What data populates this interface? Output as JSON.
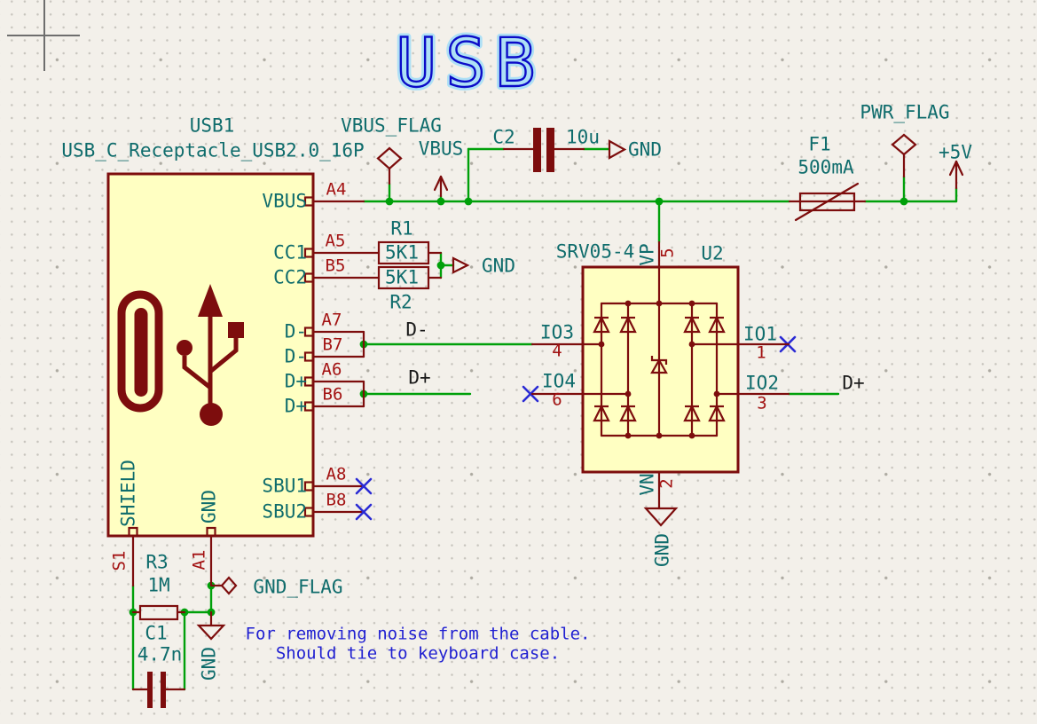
{
  "title": "USB",
  "components": {
    "usb1": {
      "reference": "USB1",
      "value": "USB_C_Receptacle_USB2.0_16P",
      "pins": {
        "vbus": {
          "name": "VBUS",
          "number": "A4"
        },
        "cc1": {
          "name": "CC1",
          "number": "A5"
        },
        "cc2": {
          "name": "CC2",
          "number": "B5"
        },
        "dm_a": {
          "name": "D-",
          "number": "A7"
        },
        "dm_b": {
          "name": "D-",
          "number": "B7"
        },
        "dp_a": {
          "name": "D+",
          "number": "A6"
        },
        "dp_b": {
          "name": "D+",
          "number": "B6"
        },
        "sbu1": {
          "name": "SBU1",
          "number": "A8"
        },
        "sbu2": {
          "name": "SBU2",
          "number": "B8"
        },
        "shield": {
          "name": "SHIELD",
          "number": "S1"
        },
        "gnd": {
          "name": "GND",
          "number": "A1"
        }
      }
    },
    "u2": {
      "reference": "U2",
      "value": "SRV05-4",
      "pins": {
        "vp": {
          "name": "VP",
          "number": "5"
        },
        "io1": {
          "name": "IO1",
          "number": "1"
        },
        "io2": {
          "name": "IO2",
          "number": "3"
        },
        "io3": {
          "name": "IO3",
          "number": "4"
        },
        "io4": {
          "name": "IO4",
          "number": "6"
        },
        "vn": {
          "name": "VN",
          "number": "2"
        }
      }
    },
    "r1": {
      "reference": "R1",
      "value": "5K1"
    },
    "r2": {
      "reference": "R2",
      "value": "5K1"
    },
    "r3": {
      "reference": "R3",
      "value": "1M"
    },
    "c1": {
      "reference": "C1",
      "value": "4.7n"
    },
    "c2": {
      "reference": "C2",
      "value": "10u"
    },
    "f1": {
      "reference": "F1",
      "value": "500mA"
    }
  },
  "power_symbols": {
    "vbus_flag": "VBUS_FLAG",
    "vbus": "VBUS",
    "pwr_flag": "PWR_FLAG",
    "plus_5v": "+5V",
    "gnd_flag": "GND_FLAG",
    "gnd_after_c2": "GND",
    "gnd_r1_r2": "GND",
    "gnd_usb_shell": "GND",
    "gnd_u2": "GND"
  },
  "net_labels": {
    "d_minus": "D-",
    "d_plus_left": "D+",
    "d_plus_right": "D+"
  },
  "note": {
    "line1": "For removing noise from the cable.",
    "line2": "Should tie to keyboard case."
  },
  "colors": {
    "background": "#F3F0EA",
    "component_outline": "#7D0D0D",
    "component_fill": "#FFFFC2",
    "pin_name": "#0F6C6C",
    "pin_number": "#A31212",
    "wire": "#00A00A",
    "no_connect": "#2A2AD4",
    "net_label": "#1A1A1A",
    "note_text": "#1F1FD1",
    "title_stroke": "#0B0BC8",
    "title_glow": "#AEE0F5"
  }
}
